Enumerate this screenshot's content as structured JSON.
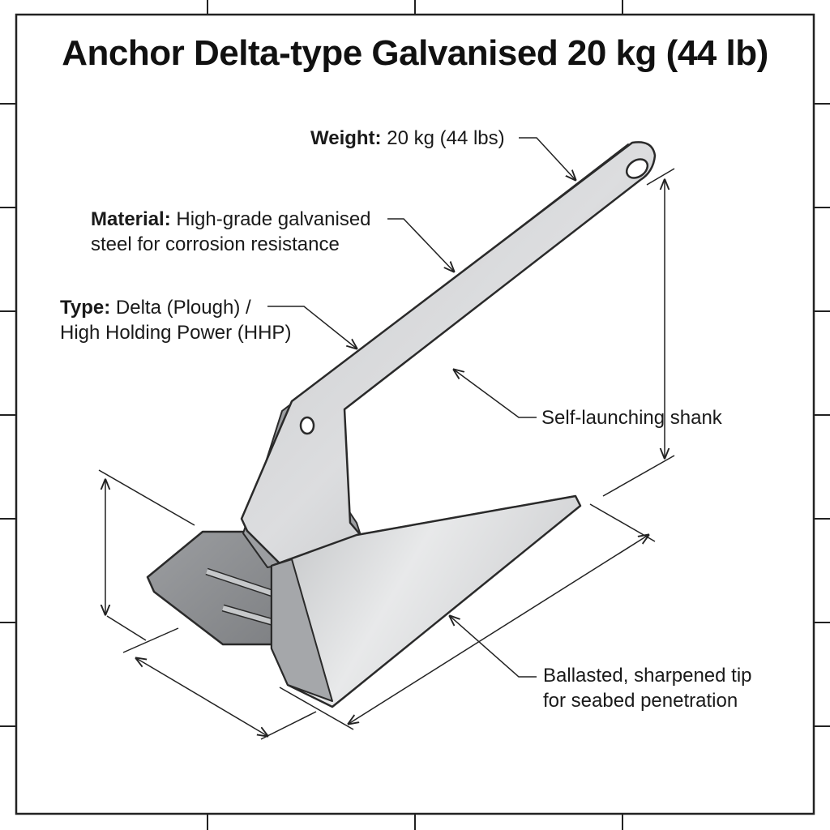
{
  "title": "Anchor Delta-type Galvanised 20 kg (44 lb)",
  "callouts": {
    "weight": {
      "label": "Weight:",
      "text": "20 kg (44 lbs)"
    },
    "material": {
      "label": "Material:",
      "line1": "High-grade galvanised",
      "line2": "steel for corrosion resistance"
    },
    "type": {
      "label": "Type:",
      "line1": "Delta (Plough) /",
      "line2": "High Holding Power (HHP)"
    },
    "shank": {
      "text": "Self-launching shank"
    },
    "tip": {
      "line1": "Ballasted, sharpened tip",
      "line2": "for seabed penetration"
    }
  },
  "colors": {
    "steel_light": "#d9dadb",
    "steel_mid": "#b4b6b8",
    "steel_dark": "#8d8f92",
    "outline": "#2a2a2a",
    "frame": "#222222"
  }
}
